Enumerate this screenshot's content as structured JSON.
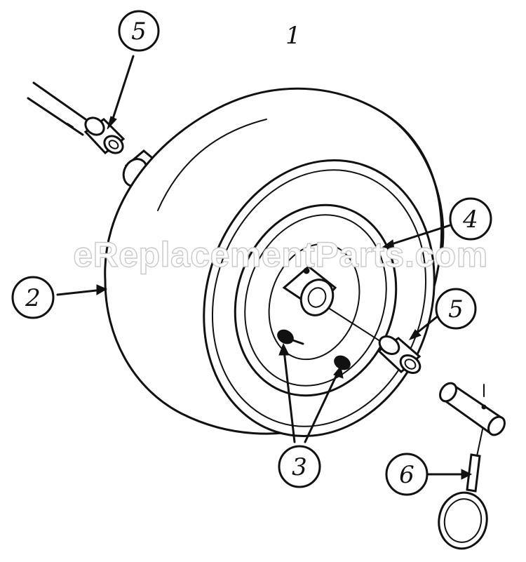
{
  "diagram": {
    "watermark": "eReplacementParts.com",
    "callouts": [
      {
        "id": "callout-1",
        "label": "1"
      },
      {
        "id": "callout-2",
        "label": "2"
      },
      {
        "id": "callout-3",
        "label": "3"
      },
      {
        "id": "callout-4",
        "label": "4"
      },
      {
        "id": "callout-5-top",
        "label": "5"
      },
      {
        "id": "callout-5-right",
        "label": "5"
      },
      {
        "id": "callout-6",
        "label": "6"
      }
    ],
    "colors": {
      "ink": "#111111",
      "background": "#ffffff",
      "watermark_outline": "#c9c9c9"
    }
  }
}
